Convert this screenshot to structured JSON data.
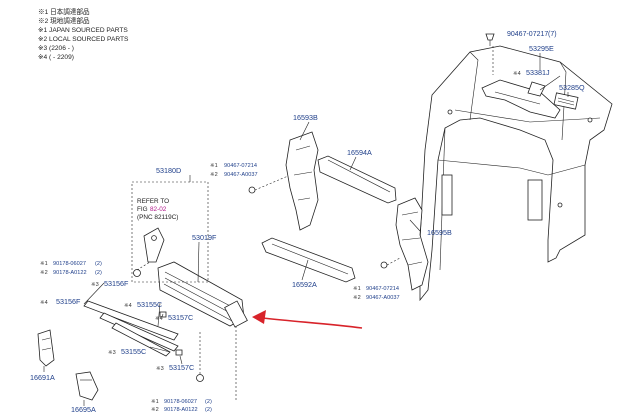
{
  "legend": [
    "※1 日本調達部品",
    "※2 現地調達部品",
    "※1 JAPAN SOURCED PARTS",
    "※2 LOCAL SOURCED PARTS",
    "※3 (2206 -      )",
    "※4 (      - 2209)"
  ],
  "parts": {
    "p90467_07217": "90467-07217",
    "p90467_07217_qty": "(7)",
    "p53295E": "53295E",
    "p53381J": "53381J",
    "p53285Q": "53285Q",
    "p16593B": "16593B",
    "p16594A": "16594A",
    "p53180D": "53180D",
    "p53019F": "53019F",
    "p16595B": "16595B",
    "p16592A": "16592A",
    "p53156F_a": "53156F",
    "p53156F_b": "53156F",
    "p53155C_a": "53155C",
    "p53155C_b": "53155C",
    "p53157C_a": "53157C",
    "p53157C_b": "53157C",
    "p16691A": "16691A",
    "p16695A": "16695A",
    "bolt_left_1": "90178-06027",
    "bolt_left_1_qty": "(2)",
    "bolt_left_2": "90178-A0122",
    "bolt_left_2_qty": "(2)",
    "bolt_top_1": "90467-07214",
    "bolt_top_2": "90467-A0037",
    "bolt_right_1": "90467-07214",
    "bolt_right_2": "90467-A0037",
    "bolt_bottom_1": "90178-06027",
    "bolt_bottom_1_qty": "(2)",
    "bolt_bottom_2": "90178-A0122",
    "bolt_bottom_2_qty": "(2)"
  },
  "marks": {
    "m1": "※1",
    "m2": "※2",
    "m3": "※3",
    "m4": "※4"
  },
  "refer": {
    "line1": "REFER TO",
    "fig_prefix": "FIG",
    "fig_num": "82-02",
    "pnc": "(PNC 82119C)"
  },
  "colors": {
    "part_number": "#1f3f8a",
    "fig_ref": "#b0158a",
    "arrow": "#d8232a"
  }
}
